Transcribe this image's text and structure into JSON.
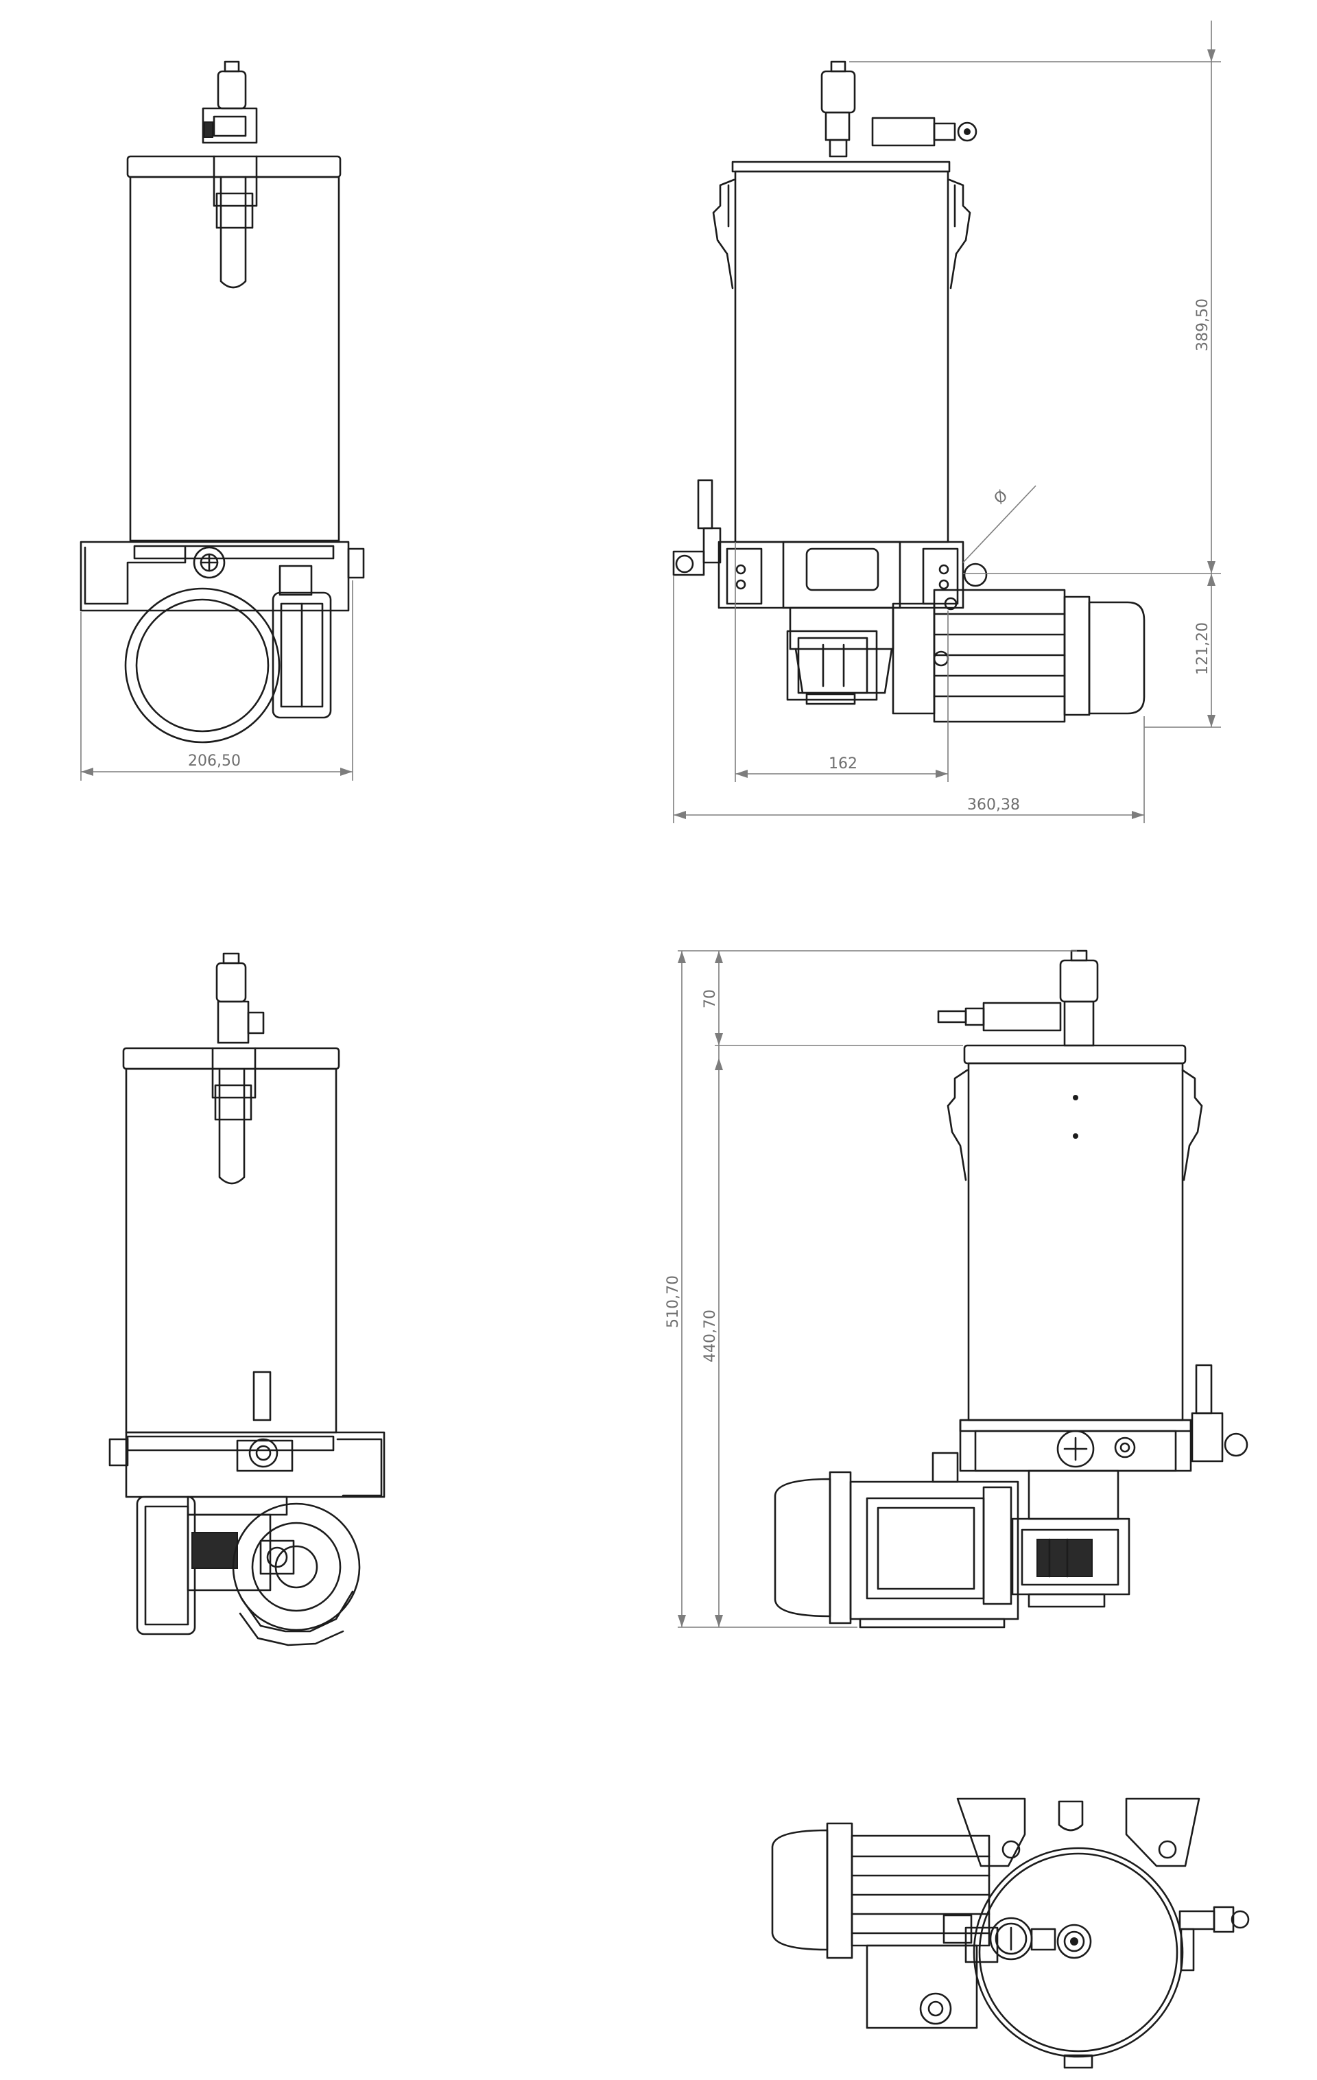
{
  "dimensions": {
    "front_width": "206,50",
    "side_total_height": "389,50",
    "side_motor_height": "121,20",
    "side_base_width": "162",
    "side_overall_width": "360,38",
    "diameter_symbol": "Ø",
    "rear_offset": "70",
    "rear_total_height": "510,70",
    "rear_body_height": "440,70"
  },
  "colors": {
    "line": "#1c1c1c",
    "dimension_line": "#7d7d7d"
  }
}
